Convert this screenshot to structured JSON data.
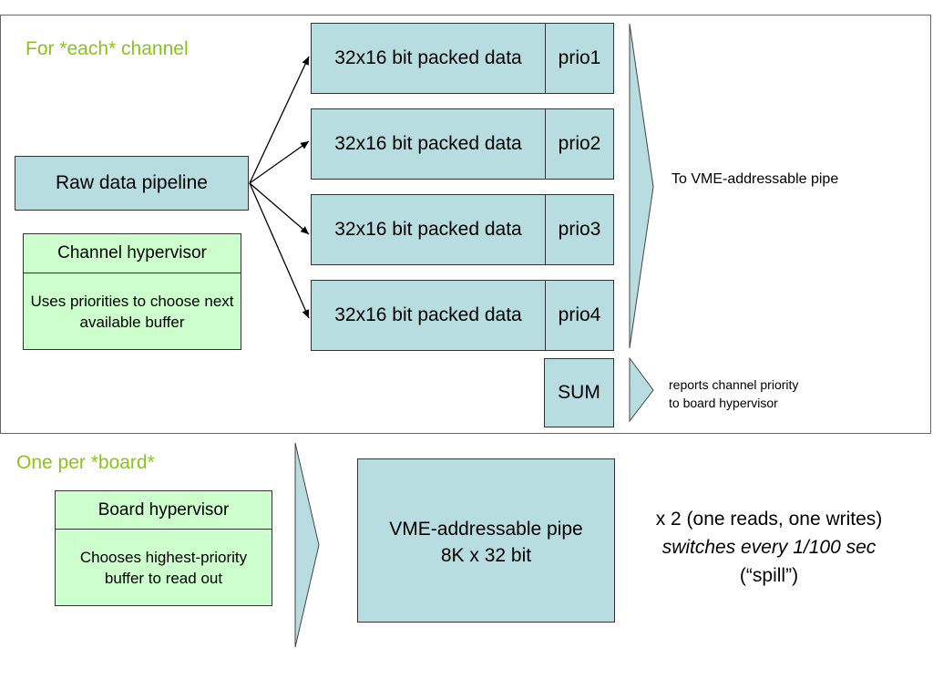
{
  "channel_section": {
    "title": "For *each* channel",
    "raw_pipeline": "Raw data pipeline",
    "channel_hypervisor": {
      "title": "Channel hypervisor",
      "description": "Uses priorities to choose next available buffer"
    },
    "buffers": [
      {
        "data": "32x16 bit packed data",
        "prio": "prio1"
      },
      {
        "data": "32x16 bit packed data",
        "prio": "prio2"
      },
      {
        "data": "32x16 bit packed data",
        "prio": "prio3"
      },
      {
        "data": "32x16 bit packed data",
        "prio": "prio4"
      }
    ],
    "sum": "SUM",
    "to_vme_label": "To VME-addressable pipe",
    "reports_label_line1": "reports channel priority",
    "reports_label_line2": "to board hypervisor"
  },
  "board_section": {
    "title": "One per *board*",
    "board_hypervisor": {
      "title": "Board hypervisor",
      "description": "Chooses highest-priority buffer to read out"
    },
    "vme_pipe_line1": "VME-addressable pipe",
    "vme_pipe_line2": "8K x 32 bit",
    "note_line1": "x 2 (one reads, one writes)",
    "note_line2": "switches every 1/100 sec",
    "note_line3": "(“spill”)"
  },
  "colors": {
    "title_green": "#8ac31a",
    "box_blue": "#b8dde0",
    "box_green": "#ccffcc"
  }
}
